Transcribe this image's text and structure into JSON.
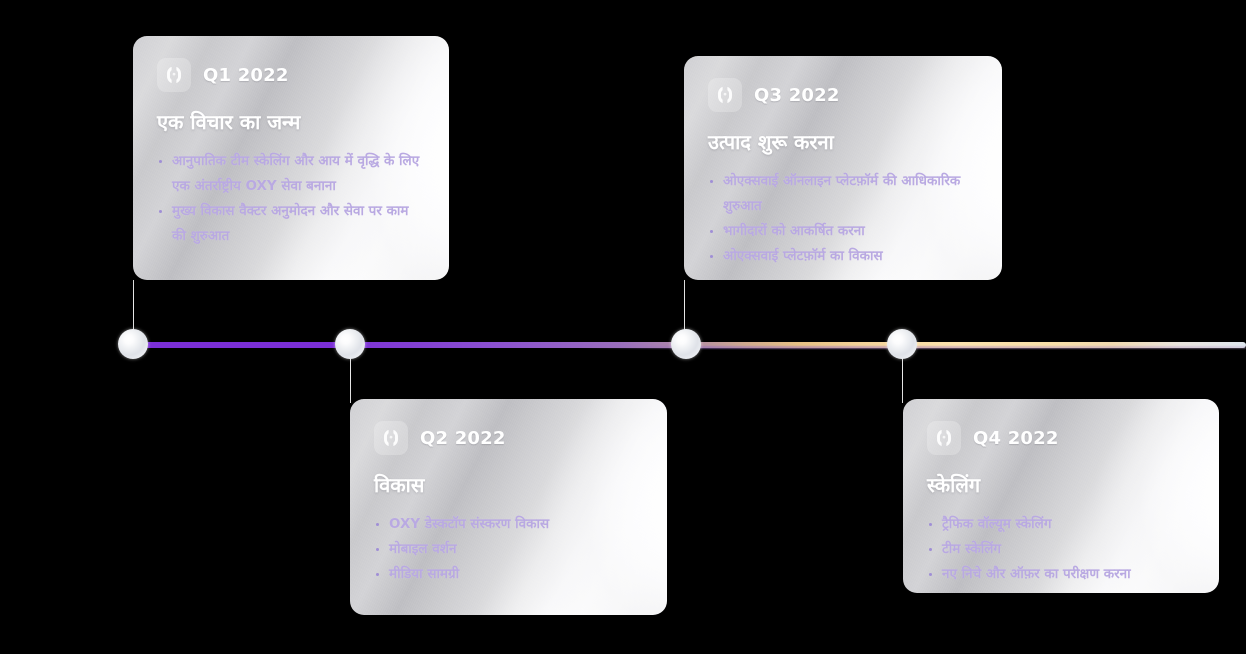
{
  "theme": {
    "background": "#000000",
    "card_bg_light": "#ffffff",
    "card_bg_dark": "#bdbdc1",
    "title_color": "#ffffff",
    "bullet_text_color": "#b9a9e2",
    "bullet_marker_color": "#a08fd6",
    "axis_start_color": "#7b2fd6",
    "axis_mid_color": "#e7c184",
    "axis_end_color": "#dfe6ee",
    "dot_color": "#ffffff"
  },
  "icon": {
    "name": "oxy-brackets-logo-icon"
  },
  "milestones": [
    {
      "id": "q1",
      "period": "Q1 2022",
      "title": "एक विचार का जन्म",
      "bullets": [
        "आनुपातिक टीम स्केलिंग और आय में वृद्धि के लिए एक अंतर्राष्ट्रीय OXY सेवा बनाना",
        "मुख्य विकास वैक्टर अनुमोदन और सेवा पर काम की शुरुआत"
      ],
      "position": "above"
    },
    {
      "id": "q2",
      "period": "Q2 2022",
      "title": "विकास",
      "bullets": [
        "OXY डेस्कटॉप संस्करण विकास",
        "मोबाइल वर्शन",
        "मीडिया सामग्री"
      ],
      "position": "below"
    },
    {
      "id": "q3",
      "period": "Q3 2022",
      "title": "उत्पाद शुरू करना",
      "bullets": [
        "ओएक्सवाई ऑनलाइन प्लेटफ़ॉर्म की आधिकारिक शुरुआत",
        "भागीदारों को आकर्षित करना",
        "ओएक्सवाई प्लेटफ़ॉर्म का विकास"
      ],
      "position": "below"
    },
    {
      "id": "q4",
      "period": "Q4 2022",
      "title": "स्केलिंग",
      "bullets": [
        "ट्रैफिक वॉल्यूम स्केलिंग",
        "टीम स्केलिंग",
        "नए निचे और ऑफ़र का परीक्षण करना"
      ],
      "position": "below"
    }
  ]
}
